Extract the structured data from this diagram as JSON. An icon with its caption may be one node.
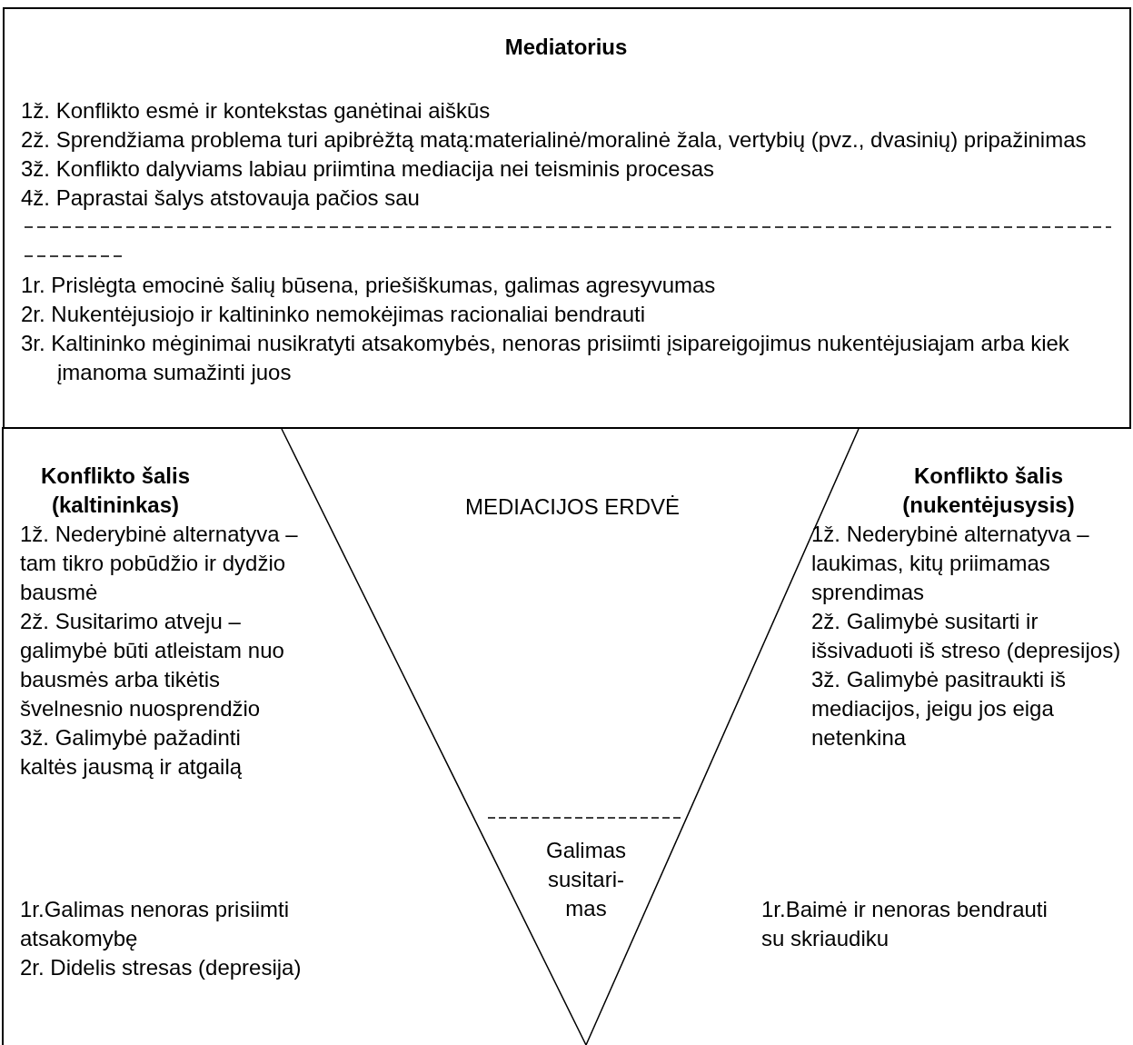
{
  "diagram": {
    "nodes": [
      {
        "text": [
          "Mediatorius",
          "1ž. Konflikto esmė ir kontekstas ganėtinai aiškūs",
          "2ž. Sprendžiama problema turi apibrėžtą matą:materialinė/moralinė žala, vertybių (pvz., dvasinių) pripažinimas",
          "3ž. Konflikto dalyviams labiau priimtina mediacija nei teisminis procesas",
          "4ž. Paprastai šalys atstovauja pačios sau",
          "1r. Prislėgta emocinė šalių būsena, priešiškumas, galimas agresyvumas",
          "2r. Nukentėjusiojo ir kaltininko nemokėjimas racionaliai bendrauti",
          "3r. Kaltininko mėginimai nusikratyti atsakomybės, nenoras prisiimti įsipareigojimus nukentėjusiajam arba kiek įmanoma sumažinti juos"
        ]
      },
      {
        "text": [
          "MEDIACIJOS ERDVĖ"
        ]
      },
      {
        "text": [
          "Galimas susitari-mas"
        ],
        "in": 1
      }
    ],
    "labels": [
      "Konflikto šalis (kaltininkas)",
      "1ž. Nederybinė alternatyva – tam tikro pobūdžio ir dydžio bausmė",
      "2ž. Susitarimo atveju – galimybė būti atleistam nuo bausmės arba tikėtis švelnesnio nuosprendžio",
      "3ž. Galimybė pažadinti kaltės jausmą ir atgailą",
      "1r.Galimas nenoras prisiimti atsakomybę",
      "2r. Didelis stresas (depresija)",
      "Konflikto šalis (nukentėjusysis)",
      "1ž. Nederybinė alternatyva – laukimas, kitų priimamas sprendimas",
      "2ž. Galimybė susitarti ir išsivaduoti iš streso (depresijos)",
      "3ž. Galimybė pasitraukti iš mediacijos, jeigu jos eiga netenkina",
      "1r.Baimė ir nenoras bendrauti su skriaudiku"
    ]
  }
}
